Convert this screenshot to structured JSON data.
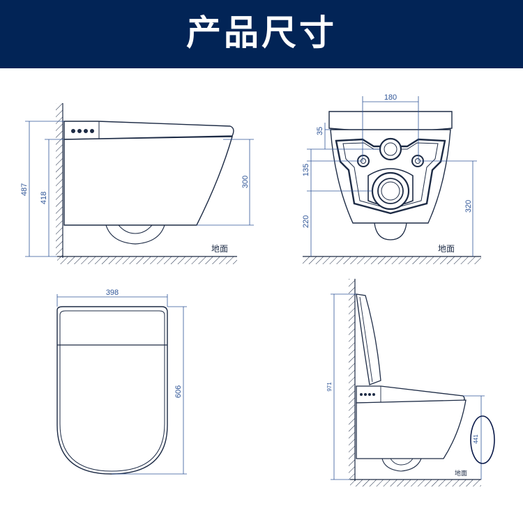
{
  "header": {
    "title": "产品尺寸"
  },
  "side_view": {
    "height_total": "487",
    "height_seat": "418",
    "height_bowl": "300",
    "floor_label": "地面"
  },
  "front_view": {
    "width_top": "180",
    "offset_top": "35",
    "offset_mid": "135",
    "height_low": "220",
    "height_mid": "320",
    "floor_label": "地面"
  },
  "top_view": {
    "width": "398",
    "length": "606"
  },
  "side_open_view": {
    "height_open": "971",
    "height_bowl": "441",
    "floor_label": "地面"
  },
  "colors": {
    "banner": "#022456",
    "dimension_line": "#2f5597",
    "outline": "#1d2b45",
    "highlight_ellipse": "#0a1a4a"
  }
}
